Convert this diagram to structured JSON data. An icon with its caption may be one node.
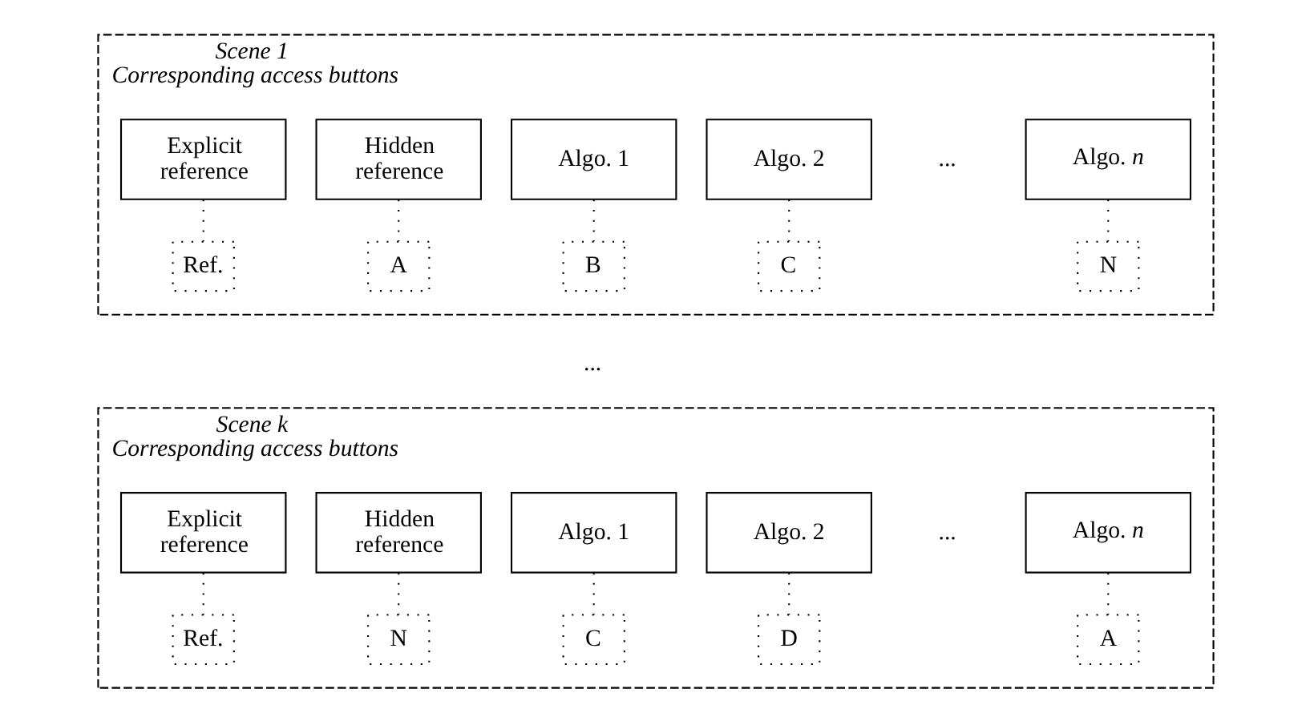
{
  "diagram": {
    "nodes": [
      {
        "text": [
          "Scene 1",
          "Corresponding access buttons"
        ]
      },
      {
        "text": [
          "Explicit reference"
        ],
        "in": 0
      },
      {
        "text": [
          "Hidden reference"
        ],
        "in": 0
      },
      {
        "text": [
          "Algo. 1"
        ],
        "in": 0
      },
      {
        "text": [
          "Algo. 2"
        ],
        "in": 0
      },
      {
        "text": [
          "Algo. *n*"
        ],
        "in": 0
      },
      {
        "text": [
          "Ref."
        ],
        "in": 0
      },
      {
        "text": [
          "A"
        ],
        "in": 0
      },
      {
        "text": [
          "B"
        ],
        "in": 0
      },
      {
        "text": [
          "C"
        ],
        "in": 0
      },
      {
        "text": [
          "N"
        ],
        "in": 0
      },
      {
        "text": [
          "Scene k",
          "Corresponding access buttons"
        ]
      },
      {
        "text": [
          "Explicit reference"
        ],
        "in": 11
      },
      {
        "text": [
          "Hidden reference"
        ],
        "in": 11
      },
      {
        "text": [
          "Algo. 1"
        ],
        "in": 11
      },
      {
        "text": [
          "Algo. 2"
        ],
        "in": 11
      },
      {
        "text": [
          "Algo. *n*"
        ],
        "in": 11
      },
      {
        "text": [
          "Ref."
        ],
        "in": 11
      },
      {
        "text": [
          "N"
        ],
        "in": 11
      },
      {
        "text": [
          "C"
        ],
        "in": 11
      },
      {
        "text": [
          "D"
        ],
        "in": 11
      },
      {
        "text": [
          "A"
        ],
        "in": 11
      }
    ],
    "edges": [
      {
        "from": 1,
        "to": 6,
        "arrow": "none"
      },
      {
        "from": 2,
        "to": 7,
        "arrow": "none"
      },
      {
        "from": 3,
        "to": 8,
        "arrow": "none"
      },
      {
        "from": 4,
        "to": 9,
        "arrow": "none"
      },
      {
        "from": 5,
        "to": 10,
        "arrow": "none"
      },
      {
        "from": 12,
        "to": 17,
        "arrow": "none"
      },
      {
        "from": 13,
        "to": 18,
        "arrow": "none"
      },
      {
        "from": 14,
        "to": 19,
        "arrow": "none"
      },
      {
        "from": 15,
        "to": 20,
        "arrow": "none"
      },
      {
        "from": 16,
        "to": 21,
        "arrow": "none"
      }
    ],
    "labels": [
      "...",
      "...",
      "..."
    ]
  }
}
